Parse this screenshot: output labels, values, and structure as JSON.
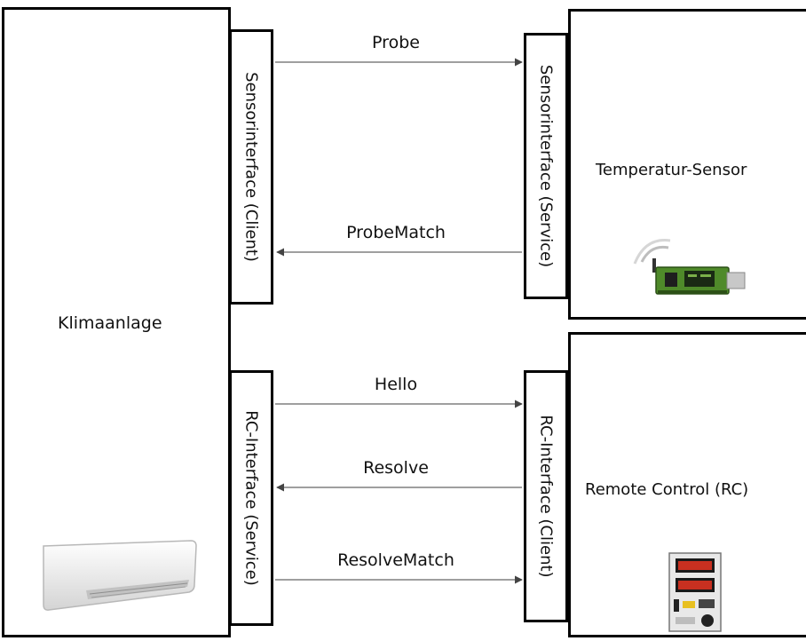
{
  "left_device": {
    "label": "Klimaanlage",
    "icon": "air-conditioner-icon"
  },
  "interfaces": {
    "sensor_client": "Sensorinterface (Client)",
    "sensor_service": "Sensorinterface (Service)",
    "rc_service": "RC-Interface (Service)",
    "rc_client": "RC-Interface (Client)"
  },
  "right_devices": {
    "sensor": {
      "label": "Temperatur-Sensor",
      "icon": "wireless-sensor-board-icon"
    },
    "remote": {
      "label": "Remote Control (RC)",
      "icon": "remote-control-panel-icon"
    }
  },
  "messages": {
    "probe": "Probe",
    "probe_match": "ProbeMatch",
    "hello": "Hello",
    "resolve": "Resolve",
    "resolve_match": "ResolveMatch"
  }
}
